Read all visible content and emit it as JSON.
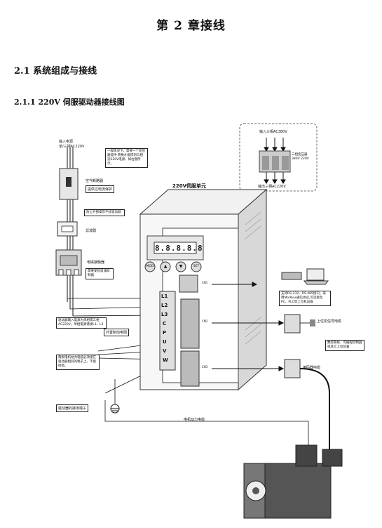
{
  "chapter_title": "第 2 章接线",
  "section": "2.1 系统组成与接线",
  "subsection": "2.1.1 220V 伺服驱动器接线图",
  "diagram": {
    "input_power": "输入电源",
    "single_three_phase": "单/三相AC220V",
    "transformer_note": "一般情况下，需要一个变压器提供 转换才能得到三相流220V电源，如右图所示。",
    "breaker": "空气断路器",
    "breaker_note": "提供过电流保护",
    "filter_note": "防止外部噪音干扰驱动器",
    "filter": "滤波器",
    "contactor": "电磁接触器",
    "surge_note": "需要安装浪涌抑制器",
    "inset_input": "输入三相AC380V",
    "inset_transformer": "三相变压器 380V 220V",
    "inset_output": "输出三相AC220V",
    "drive_title": "220V伺服单元",
    "display_digits": "8.8.8.8.8",
    "keys": [
      "MOD",
      "▲",
      "▼",
      "SET"
    ],
    "terminals": [
      "L1",
      "L2",
      "L3",
      "C",
      "P",
      "U",
      "V",
      "W"
    ],
    "ports": [
      "CN1",
      "CN2",
      "CN3"
    ],
    "drive_input_note": "驱动器输入电源为单相或三相AC220V。单相电源请接L1、L3",
    "ext_brake": "外置制动电阻",
    "motor_note": "两根电机动力电缆必须接在驱动器相同的端子上，不能接错。",
    "ground_note": "驱动器的接地端子",
    "comm_note": "支持RS-232、RS-485接口。采用Modbus通信协议,可连接至PC、PLC等上位机设备",
    "signal_cable": "上位机信号电缆",
    "nc_note": "数控系统、可编程控制器或其它上位装置",
    "encoder_cable": "编码器电缆",
    "power_cable": "电机动力电缆"
  }
}
